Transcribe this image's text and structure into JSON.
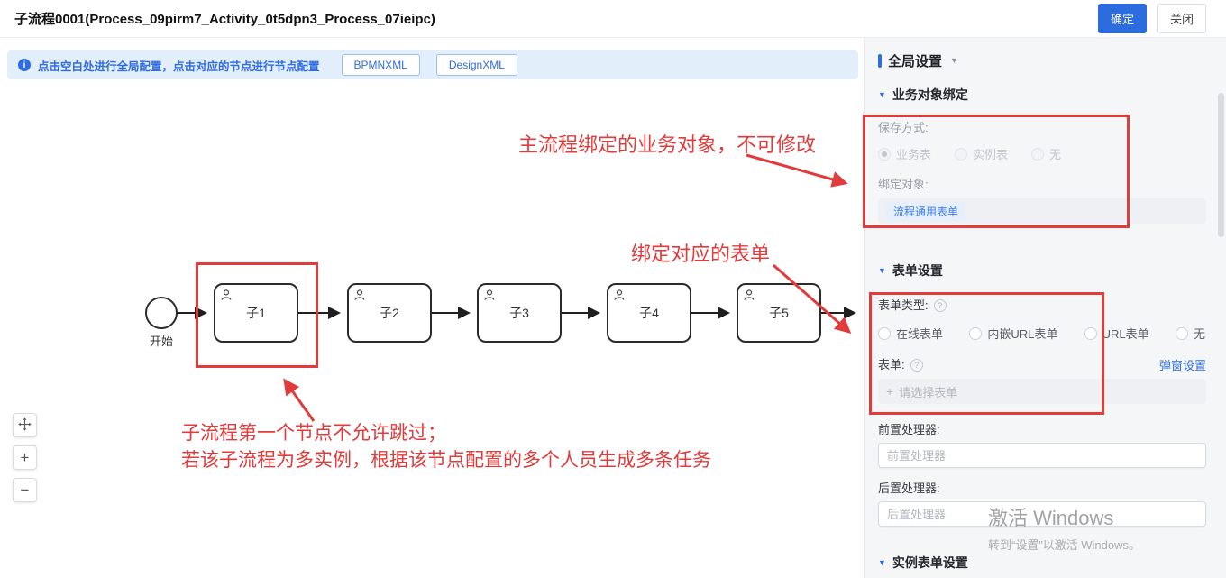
{
  "header": {
    "title": "子流程0001(Process_09pirm7_Activity_0t5dpn3_Process_07ieipc)",
    "confirm_button": "确定",
    "close_button": "关闭"
  },
  "infobar": {
    "hint": "点击空白处进行全局配置，点击对应的节点进行节点配置",
    "bpmn_xml_button": "BPMNXML",
    "design_xml_button": "DesignXML"
  },
  "canvas": {
    "start_label": "开始",
    "nodes": [
      "子1",
      "子2",
      "子3",
      "子4",
      "子5"
    ]
  },
  "annotations": {
    "business_object_note": "主流程绑定的业务对象，不可修改",
    "bind_form_note": "绑定对应的表单",
    "first_node_note_line1": "子流程第一个节点不允许跳过；",
    "first_node_note_line2": "若该子流程为多实例，根据该节点配置的多个人员生成多条任务"
  },
  "panel": {
    "title": "全局设置",
    "business_object": {
      "title": "业务对象绑定",
      "save_mode_label": "保存方式:",
      "save_modes": [
        "业务表",
        "实例表",
        "无"
      ],
      "selected_save_mode": "业务表",
      "bind_object_label": "绑定对象:",
      "bind_object_tag": "流程通用表单"
    },
    "form_settings": {
      "title": "表单设置",
      "form_type_label": "表单类型:",
      "form_types": [
        "在线表单",
        "内嵌URL表单",
        "URL表单",
        "无"
      ],
      "form_label": "表单:",
      "popup_settings_link": "弹窗设置",
      "form_placeholder": "请选择表单",
      "pre_processor_label": "前置处理器:",
      "pre_processor_placeholder": "前置处理器",
      "post_processor_label": "后置处理器:",
      "post_processor_placeholder": "后置处理器"
    },
    "instance_form": {
      "title": "实例表单设置"
    }
  },
  "watermark": {
    "line1": "激活 Windows",
    "line2": "转到“设置”以激活 Windows。"
  },
  "icons": {
    "info": "i",
    "help": "?",
    "triangle_down": "▼",
    "caret_down": "▼",
    "plus": "+",
    "minus": "−",
    "select_plus": "+"
  },
  "colors": {
    "primary": "#2f6ce0",
    "annotation_red": "#e23b3b"
  }
}
